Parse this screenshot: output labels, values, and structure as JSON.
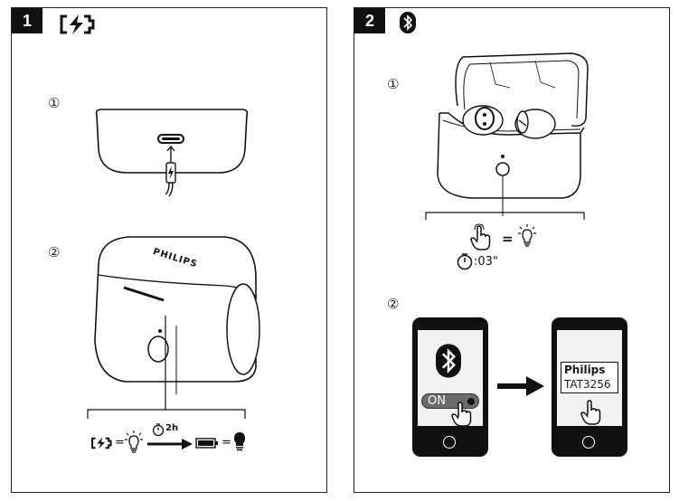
{
  "panel1": {
    "step_number": "1",
    "header_icon": "charging-icon",
    "sub1_marker": "①",
    "sub2_marker": "②",
    "case_brand": "PHILIPS",
    "timer_value": "2h",
    "formula_icons": [
      "charging-icon",
      "led-light-on-icon",
      "battery-full-icon",
      "led-light-off-icon"
    ]
  },
  "panel2": {
    "step_number": "2",
    "header_icon": "bluetooth-icon",
    "sub1_marker": "①",
    "sub2_marker": "②",
    "hold_time": ":03\"",
    "toggle_label": "ON",
    "device_name_line1": "Philips",
    "device_name_line2": "TAT3256",
    "icons": [
      "tap-hand-icon",
      "led-light-blink-icon",
      "stopwatch-icon",
      "smartphone-icon",
      "arrow-right-icon"
    ]
  },
  "colors": {
    "ink": "#111111",
    "phone_screen": "#f2f2f2",
    "toggle_bg": "#6b6b6b"
  }
}
